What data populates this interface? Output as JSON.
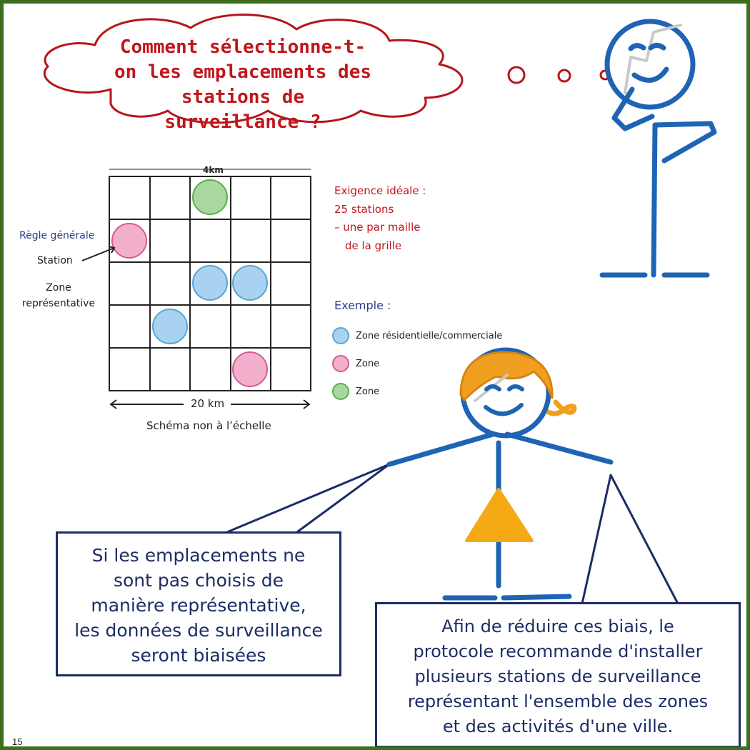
{
  "question": {
    "lines": [
      "Comment sélectionne-t-",
      "on les emplacements des",
      "stations de surveillance ?"
    ]
  },
  "diagram": {
    "top_scale_label": "4km",
    "bottom_scale_label": "20 km",
    "caption": "Schéma non à l’échelle",
    "legend_left": {
      "heading": "Règle générale",
      "station_label": "Station",
      "zone_label": [
        "Zone",
        "représentative"
      ]
    },
    "requirement": {
      "lines": [
        "Exigence idéale :",
        "25 stations",
        "– une par maille",
        "de la grille"
      ]
    },
    "example": {
      "heading": "Exemple :",
      "items": [
        {
          "label": "Zone résidentielle/commerciale",
          "color": "#5ba4d4"
        },
        {
          "label": "Zone",
          "color": "#d45c94"
        },
        {
          "label": "Zone",
          "color": "#5aae50"
        }
      ]
    }
  },
  "bubble_left": {
    "lines": [
      "Si les emplacements ne",
      "sont pas choisis de",
      "manière représentative,",
      "les données de surveillance",
      "seront biaisées"
    ]
  },
  "bubble_right": {
    "lines": [
      "Afin de réduire ces biais, le",
      "protocole recommande d'installer",
      "plusieurs stations de surveillance",
      "représentant l'ensemble des zones",
      "et des activités d'une ville."
    ]
  },
  "page_number": "15",
  "colors": {
    "frame": "#3c6e1e",
    "title_red": "#c0161b",
    "figure_blue": "#1f64b4",
    "hair_orange": "#f0a020",
    "box_navy": "#1c2d66"
  }
}
